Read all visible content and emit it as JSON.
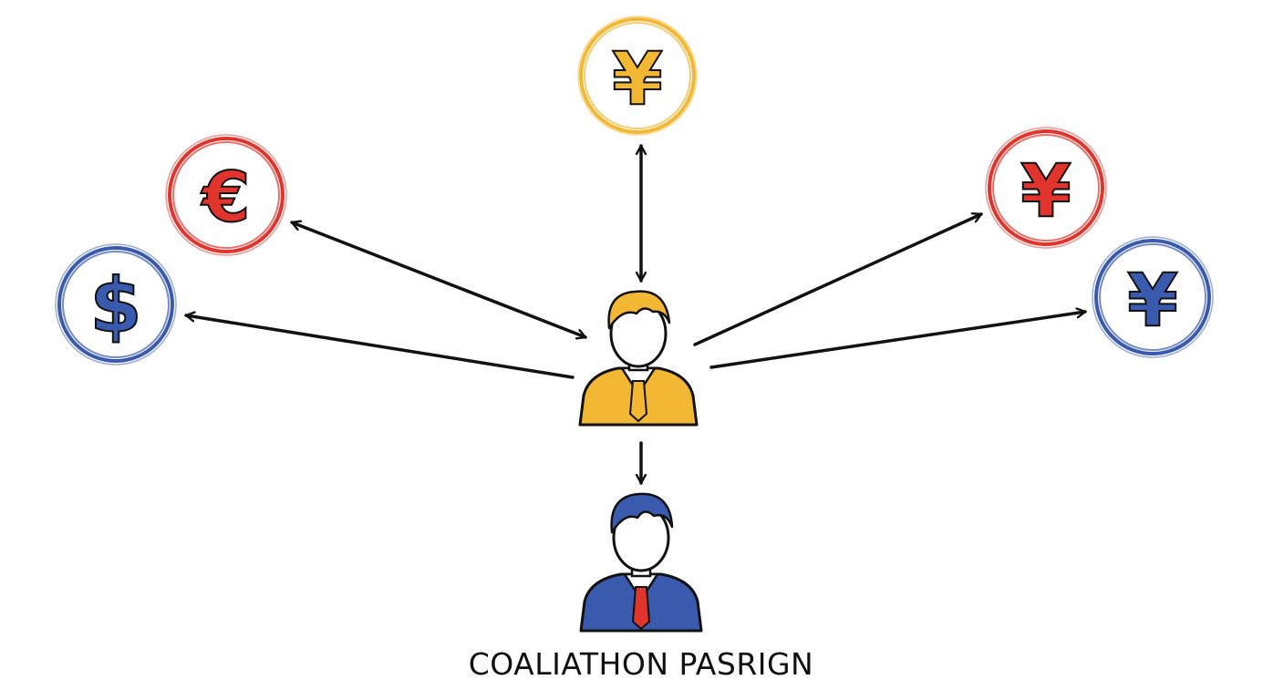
{
  "colors": {
    "yellow": "#F2B733",
    "red": "#E0342D",
    "blue": "#3A5AAE",
    "ink": "#111111"
  },
  "coins": [
    {
      "id": "coin-yen-yellow",
      "symbol": "¥",
      "color": "yellow",
      "icon": "yen-icon"
    },
    {
      "id": "coin-euro-red",
      "symbol": "€",
      "color": "red",
      "icon": "euro-icon"
    },
    {
      "id": "coin-dollar-blue",
      "symbol": "$",
      "color": "blue",
      "icon": "dollar-icon"
    },
    {
      "id": "coin-yen-red",
      "symbol": "¥",
      "color": "red",
      "icon": "yen-icon"
    },
    {
      "id": "coin-yen-blue",
      "symbol": "¥",
      "color": "blue",
      "icon": "yen-icon"
    }
  ],
  "people": [
    {
      "id": "person-yellow",
      "suit": "yellow",
      "hair": "yellow",
      "tie": "yellow",
      "icon": "person-icon"
    },
    {
      "id": "person-blue",
      "suit": "blue",
      "hair": "blue",
      "tie": "red",
      "icon": "person-icon"
    }
  ],
  "caption": "COALIATHON PASRIGN"
}
